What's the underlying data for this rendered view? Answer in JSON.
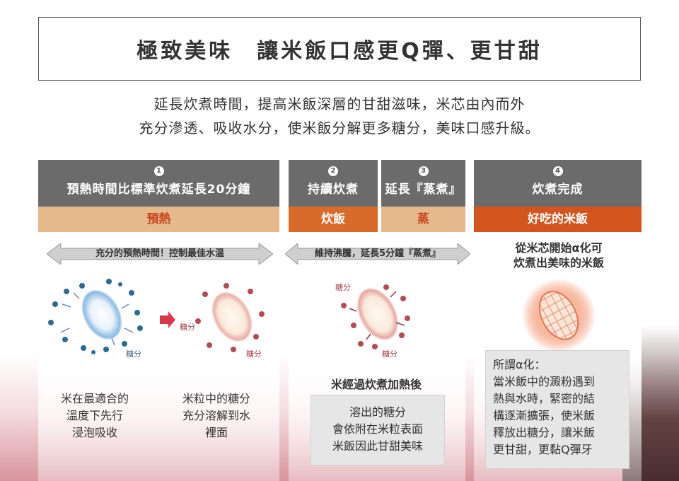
{
  "title": "極致美味　讓米飯口感更Q彈、更甘甜",
  "intro": {
    "line1": "延長炊煮時間，提高米飯深層的甘甜滋味，米芯由內而外",
    "line2": "充分滲透、吸收水分，使米飯分解更多糖分，美味口感升級。"
  },
  "steps": [
    {
      "num": "1",
      "label": "預熱時間比標準炊煮延長20分鐘"
    },
    {
      "num": "2",
      "label": "持續炊煮"
    },
    {
      "num": "3",
      "label": "延長『蒸煮』"
    },
    {
      "num": "4",
      "label": "炊煮完成"
    }
  ],
  "phases": [
    "預熱",
    "炊飯",
    "蒸",
    "好吃的米飯"
  ],
  "arrows": {
    "left": "充分的預熱時間！控制最佳水温",
    "middle": "維持沸騰，延長5分鐘『蒸煮』"
  },
  "result_title": {
    "line1": "從米芯開始α化可",
    "line2": "炊煮出美味的米飯"
  },
  "graphic_labels": {
    "sugar": "糖分"
  },
  "captions": {
    "soak": [
      "米在最適合的",
      "溫度下先行",
      "浸泡吸收"
    ],
    "dissolve": [
      "米粒中的糖分",
      "充分溶解到水",
      "裡面"
    ],
    "heated": "米經過炊煮加熱後",
    "coat": [
      "溶出的糖分",
      "會依附在米粒表面",
      "米飯因此甘甜美味"
    ],
    "alpha": [
      "所謂α化：",
      "當米飯中的澱粉遇到",
      "熱與水時，緊密的結",
      "構逐漸擴張，使米飯",
      "釋放出糖分，讓米飯",
      "更甘甜，更黏Q彈牙"
    ]
  },
  "colors": {
    "step_header": "#6b6b6b",
    "phase_light": "#e5b98c",
    "phase_dark": "#d86b2a",
    "phase_final": "#d3541d",
    "water_dot": "#2a6a96",
    "sugar_dot": "#b54a55"
  }
}
